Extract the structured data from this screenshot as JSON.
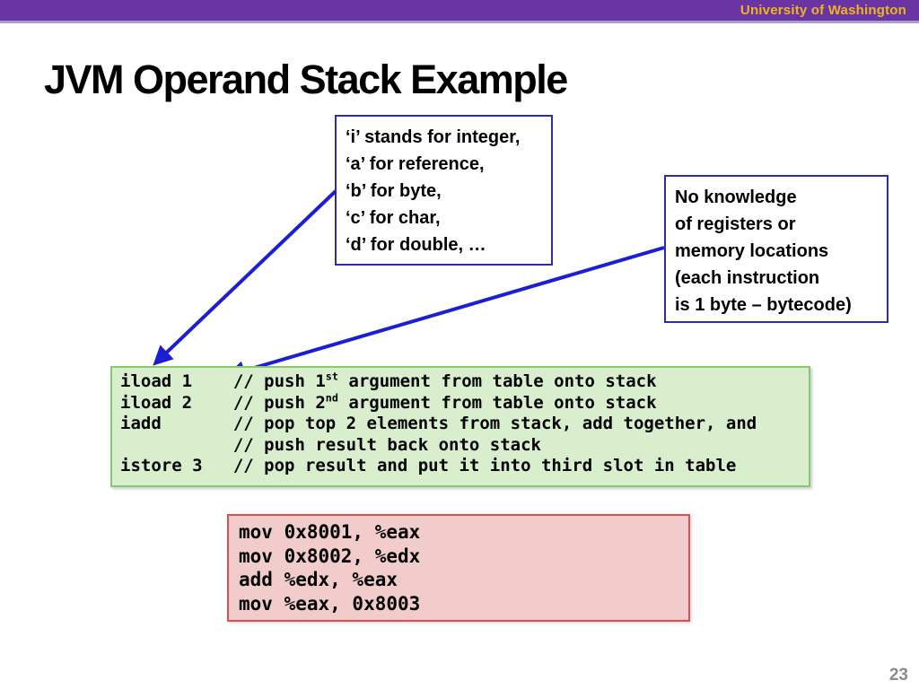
{
  "header": {
    "institution": "University of Washington"
  },
  "title": "JVM Operand Stack Example",
  "callouts": {
    "types_note": {
      "lines": [
        "‘i’ stands for integer,",
        "‘a’ for reference,",
        "‘b’ for byte,",
        "‘c’ for char,",
        "‘d’ for double, …"
      ]
    },
    "knowledge_note": {
      "lines": [
        "No knowledge",
        "of registers or",
        "memory locations",
        "(each instruction",
        "is 1 byte – bytecode)"
      ]
    }
  },
  "bytecode_box": {
    "language": "jvm-bytecode",
    "lines": [
      "iload 1    // push 1^{st} argument from table onto stack",
      "iload 2    // push 2^{nd} argument from table onto stack",
      "iadd       // pop top 2 elements from stack, add together, and",
      "           // push result back onto stack",
      "istore 3   // pop result and put it into third slot in table"
    ]
  },
  "assembly_box": {
    "language": "x86-assembly",
    "lines": [
      "mov 0x8001, %eax",
      "mov 0x8002, %edx",
      "add %edx, %eax",
      "mov %eax, 0x8003"
    ]
  },
  "page_number": "23",
  "colors": {
    "header_purple": "#6a34a2",
    "header_strip": "#a89fcb",
    "institution_gold": "#eeb420",
    "callout_border_blue": "#2d2da6",
    "arrow_blue": "#1c1ed6",
    "bytecode_bg": "#d8eecd",
    "bytecode_border": "#85ca70",
    "assembly_bg": "#f2cbcb",
    "assembly_border": "#d94f52",
    "page_number_gray": "#8c8c8c"
  }
}
